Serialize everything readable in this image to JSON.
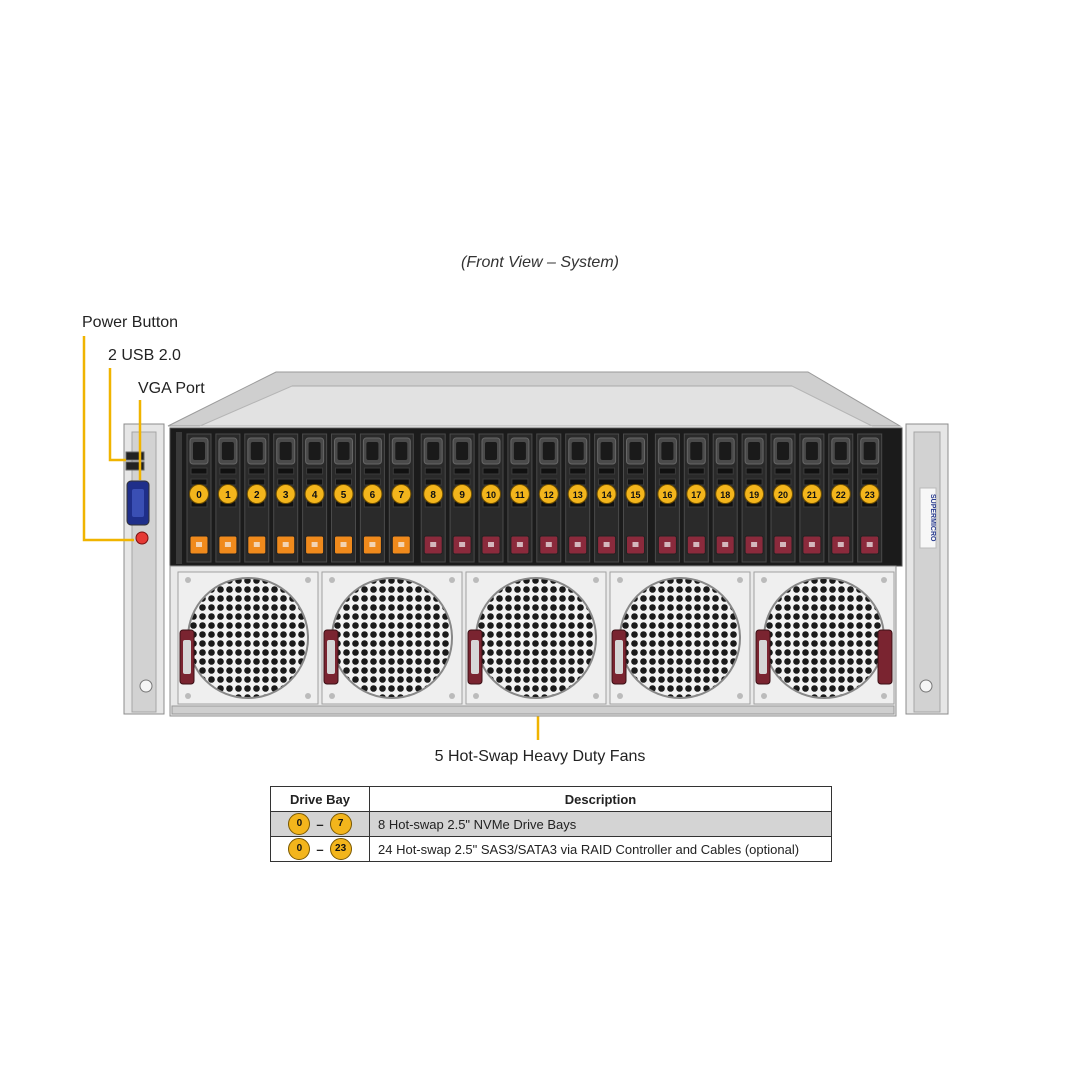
{
  "caption": "(Front View – System)",
  "callouts": {
    "power_button": "Power Button",
    "usb": "2 USB 2.0",
    "vga": "VGA Port",
    "fans": "5 Hot-Swap Heavy Duty Fans"
  },
  "brand_text": "SUPERMICRO",
  "drive_bays": {
    "labels": [
      "0",
      "1",
      "2",
      "3",
      "4",
      "5",
      "6",
      "7",
      "8",
      "9",
      "10",
      "11",
      "12",
      "13",
      "14",
      "15",
      "16",
      "17",
      "18",
      "19",
      "20",
      "21",
      "22",
      "23"
    ],
    "nvme_count": 8,
    "fan_count": 5
  },
  "table": {
    "headers": {
      "bay": "Drive Bay",
      "description": "Description"
    },
    "rows": [
      {
        "from": "0",
        "dash": "–",
        "to": "7",
        "description": "8 Hot-swap 2.5\" NVMe Drive Bays"
      },
      {
        "from": "0",
        "dash": "–",
        "to": "23",
        "description": "24 Hot-swap 2.5\" SAS3/SATA3 via RAID Controller and Cables (optional)"
      }
    ]
  },
  "colors": {
    "badge": "#f3b51c",
    "callout_line": "#f0b400",
    "nvme_latch": "#f08a1c",
    "sas_latch": "#8b2a3c",
    "fan_handle": "#7a2430",
    "bezel": "#1b1b1b"
  }
}
